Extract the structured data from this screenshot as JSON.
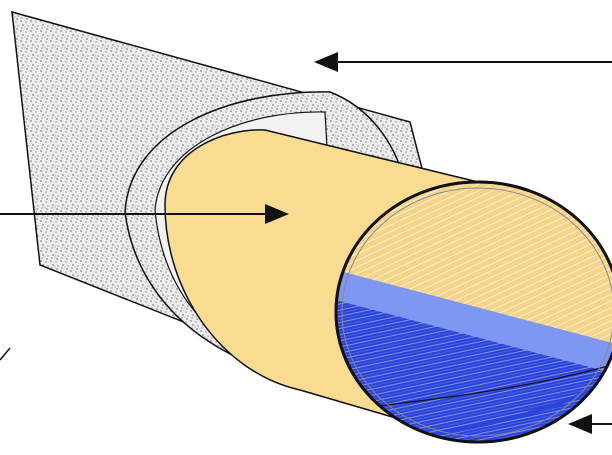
{
  "diagram": {
    "subject": "insulated-pipe-cross-section",
    "components": [
      {
        "name": "insulation-sleeve",
        "pattern": "speckled",
        "color": "#e9e9e9"
      },
      {
        "name": "outer-jacket-ring",
        "color": "#f4f4f4"
      },
      {
        "name": "core-pipe",
        "color": "#f9dc92"
      },
      {
        "name": "cross-section-upper-fill",
        "color": "#f5d487"
      },
      {
        "name": "cross-section-liquid-band",
        "color": "#7d97f2"
      },
      {
        "name": "cross-section-lower-liquid",
        "color": "#1f3bd6"
      }
    ],
    "arrows": [
      {
        "name": "arrow-to-insulation",
        "direction": "left"
      },
      {
        "name": "arrow-to-core-pipe",
        "direction": "right"
      },
      {
        "name": "arrow-to-bottom-layer",
        "direction": "left"
      }
    ],
    "colors": {
      "outline": "#111111",
      "speckle": "#222222",
      "hatch": "#ffffff"
    }
  }
}
